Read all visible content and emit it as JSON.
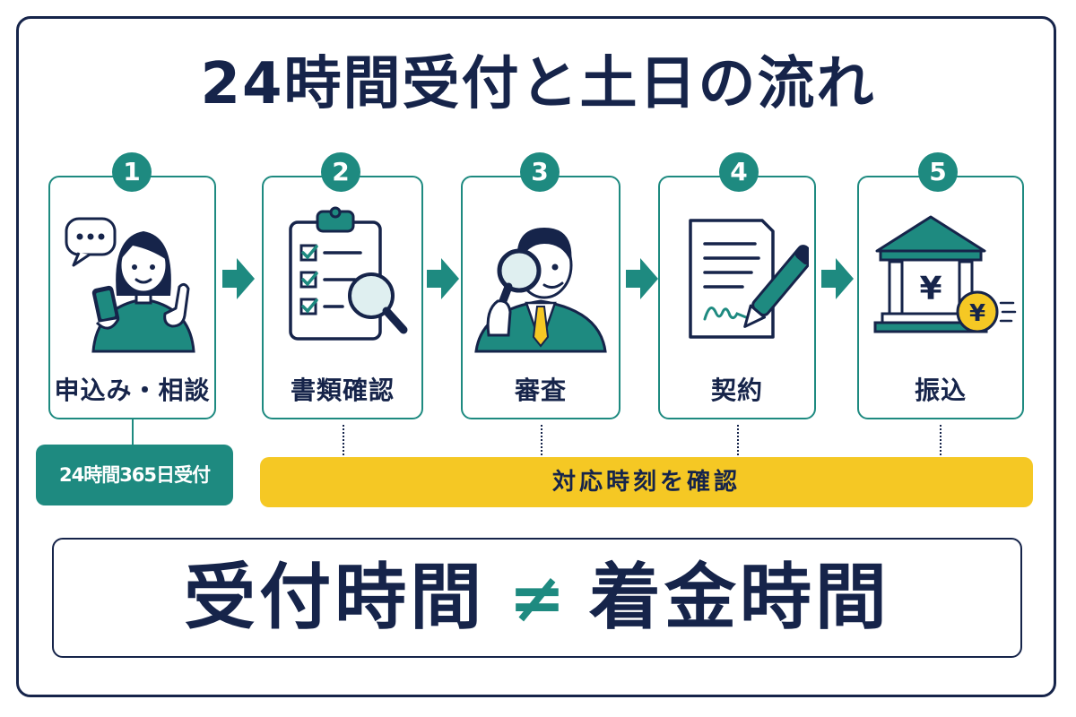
{
  "title": "24時間受付と土日の流れ",
  "steps": [
    {
      "number": "1",
      "label": "申込み・相談",
      "icon": "woman-smartphone-chat-icon"
    },
    {
      "number": "2",
      "label": "書類確認",
      "icon": "checklist-magnifier-icon"
    },
    {
      "number": "3",
      "label": "審査",
      "icon": "man-magnifier-icon"
    },
    {
      "number": "4",
      "label": "契約",
      "icon": "contract-pen-icon"
    },
    {
      "number": "5",
      "label": "振込",
      "icon": "bank-yen-icon"
    }
  ],
  "badge_24h": "24時間365日受付",
  "confirm_banner": "対応時刻を確認",
  "bottom": {
    "left": "受付時間",
    "symbol": "≠",
    "right": "着金時間"
  },
  "colors": {
    "navy": "#16244a",
    "teal": "#1e8a80",
    "yellow": "#f5c824"
  }
}
